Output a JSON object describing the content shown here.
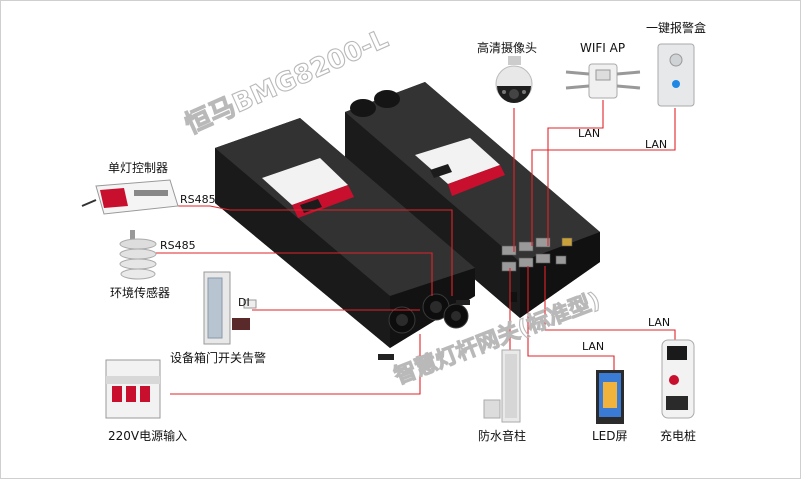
{
  "diagram": {
    "devices": {
      "camera": "高清摄像头",
      "wifi_ap": "WIFI AP",
      "alarm_box": "一键报警盒",
      "single_lamp_controller": "单灯控制器",
      "env_sensor": "环境传感器",
      "cabinet_door_alarm": "设备箱门开关告警",
      "power_input": "220V电源输入",
      "speaker_column": "防水音柱",
      "led_screen": "LED屏",
      "charging_pile": "充电桩"
    },
    "links": {
      "rs485_controller": "RS485",
      "rs485_sensor": "RS485",
      "di": "DI",
      "lan_wifi": "LAN",
      "lan_alarm": "LAN",
      "lan_led": "LAN",
      "lan_charger": "LAN"
    },
    "watermarks": {
      "model": "恒马BMG8200-L",
      "product": "智慧灯杆网关(标准型)"
    },
    "colors": {
      "connection": "#e0242a",
      "device_body": "#1c1c1c",
      "label_accent": "#c8102e"
    }
  }
}
